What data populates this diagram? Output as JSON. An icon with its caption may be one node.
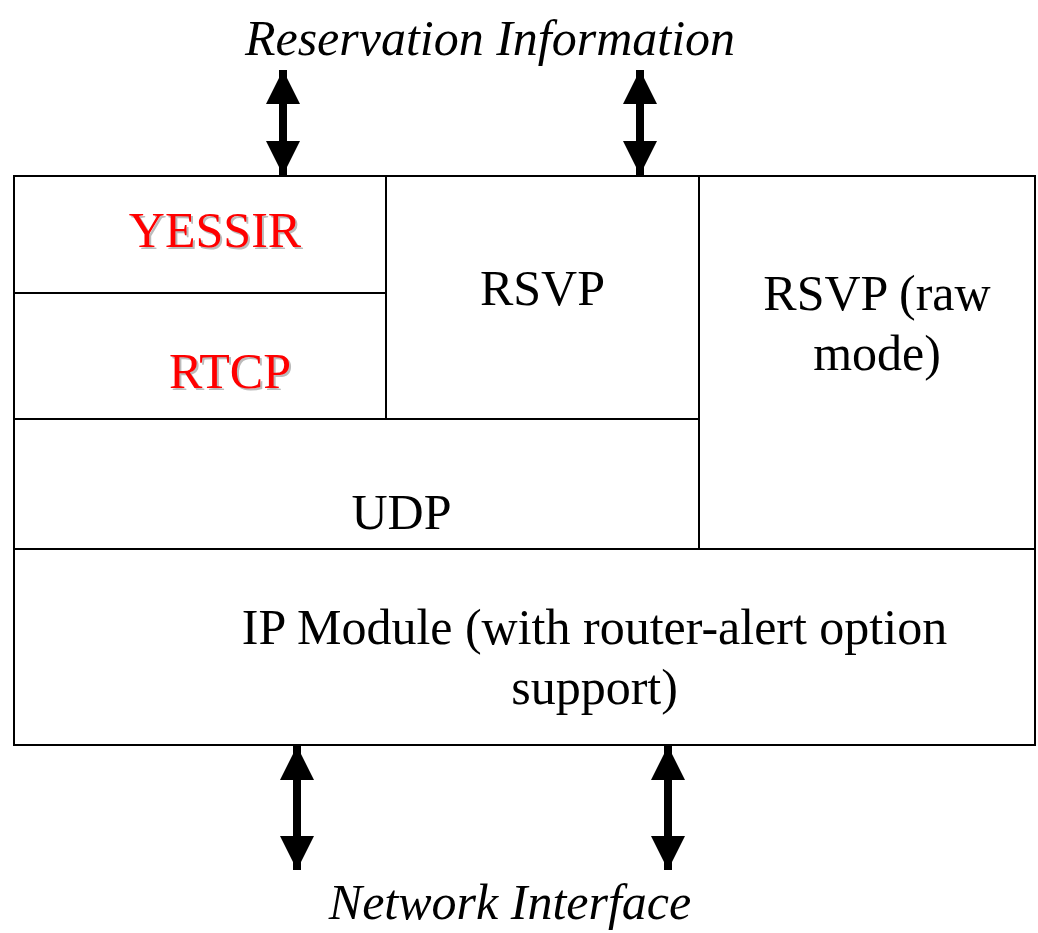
{
  "diagram": {
    "nodes": [
      {
        "text": [
          "Reservation Information"
        ]
      },
      {
        "text": [
          "YESSIR"
        ]
      },
      {
        "text": [
          "RTCP"
        ]
      },
      {
        "text": [
          "RSVP"
        ]
      },
      {
        "text": [
          "RSVP (raw mode)"
        ]
      },
      {
        "text": [
          "UDP"
        ]
      },
      {
        "text": [
          "IP Module (with router-alert option support)"
        ]
      },
      {
        "text": [
          "Network Interface"
        ]
      }
    ],
    "edges": [
      {
        "from": 0,
        "to": 1,
        "arrow": "both"
      },
      {
        "from": 0,
        "to": 3,
        "arrow": "both"
      },
      {
        "from": 6,
        "to": 7,
        "arrow": "both"
      },
      {
        "from": 6,
        "to": 7,
        "arrow": "both"
      }
    ]
  }
}
